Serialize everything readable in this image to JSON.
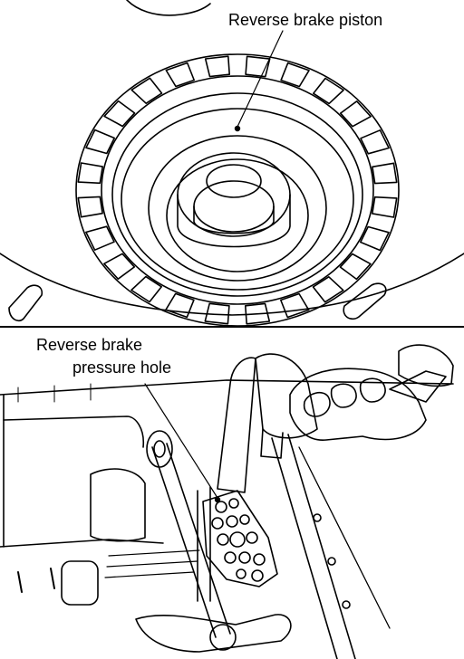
{
  "diagram": {
    "top_panel": {
      "callout": "Reverse brake piston"
    },
    "bottom_panel": {
      "callout_line_1": "Reverse brake",
      "callout_line_2": "pressure hole"
    },
    "colors": {
      "ink": "#000000",
      "paper": "#ffffff"
    }
  }
}
